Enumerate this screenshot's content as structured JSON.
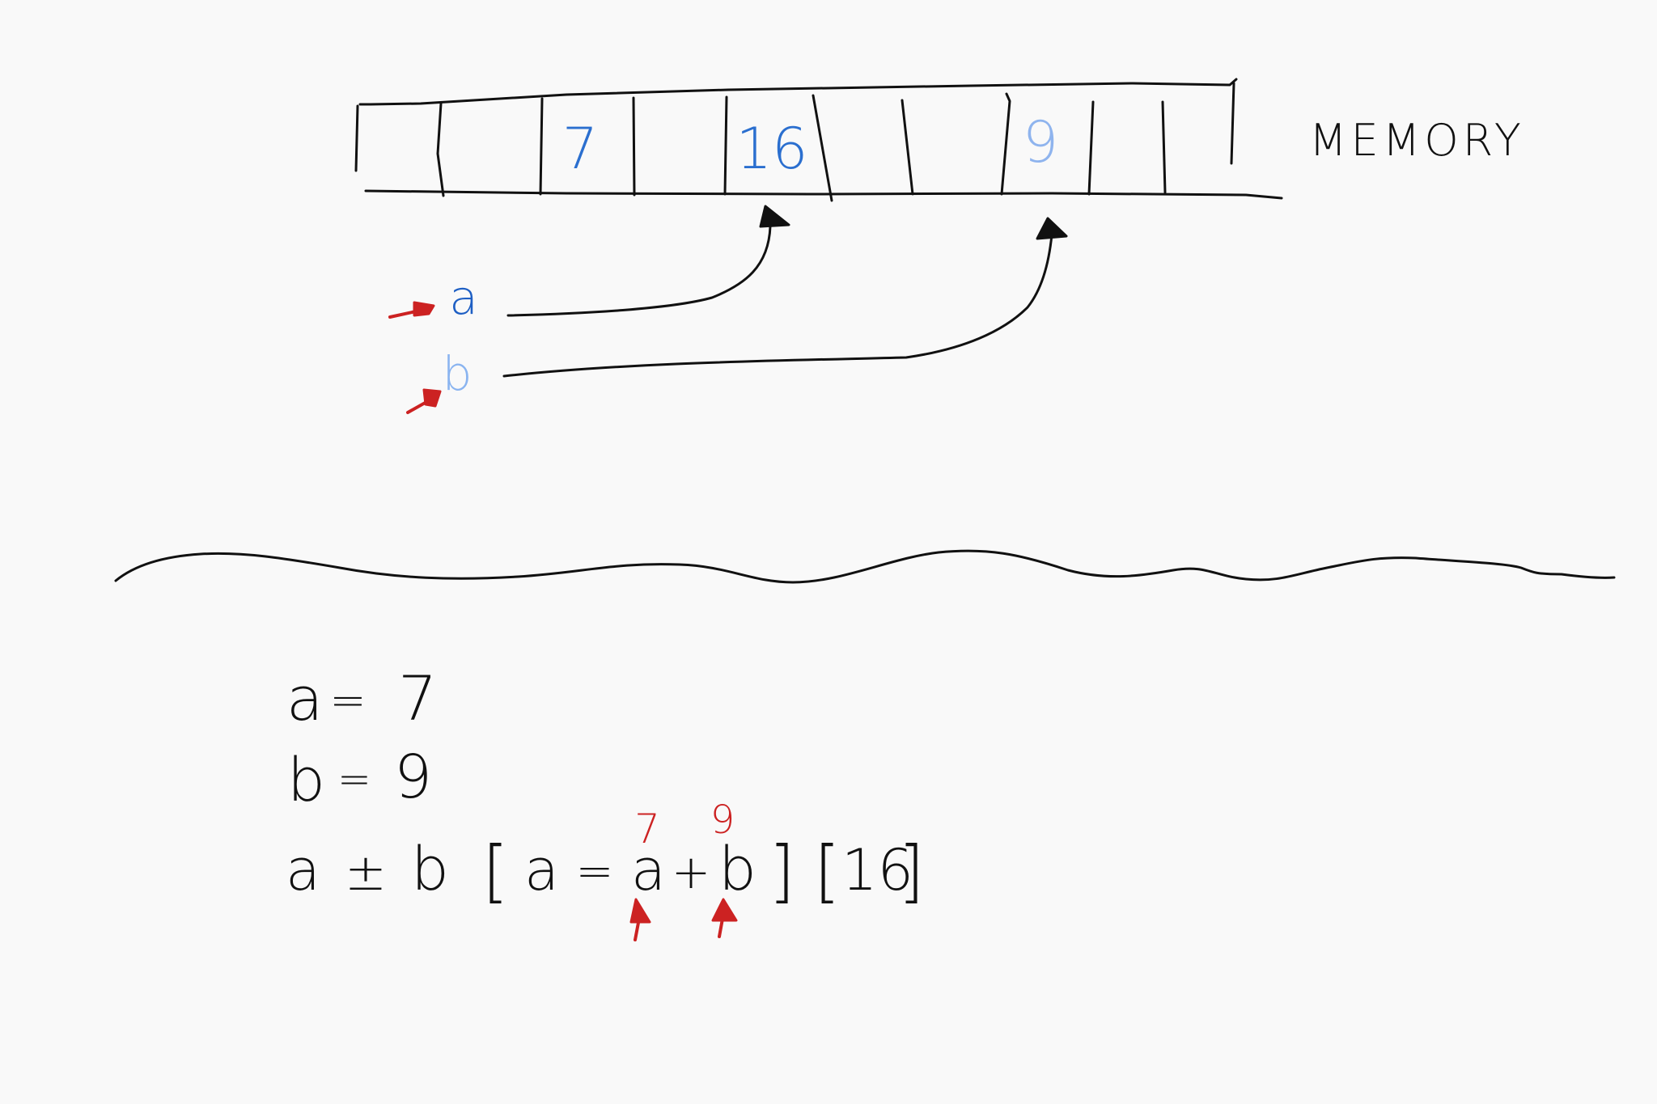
{
  "colors": {
    "background": "#f9f9f9",
    "ink": "#111111",
    "value_dark_blue": "#2b6fcf",
    "value_light_blue": "#8fb4ee",
    "var_a_blue": "#1e5fc4",
    "var_b_blue": "#8ab4f0",
    "annotation_red": "#cc2222"
  },
  "memory": {
    "label": "MEMORY",
    "cell_values": [
      "7",
      "16",
      "9"
    ]
  },
  "variables": {
    "a": {
      "name": "a"
    },
    "b": {
      "name": "b"
    }
  },
  "code": {
    "line1": {
      "var": "a",
      "eq": "=",
      "val": "7"
    },
    "line2": {
      "var": "b",
      "eq": "=",
      "val": "9"
    },
    "line3": {
      "lhs_a": "a",
      "op": "±",
      "lhs_b": "b",
      "bracket_open": "[",
      "assign_a": "a",
      "assign_eq": "=",
      "rhs_a": "a",
      "plus": "+",
      "rhs_b": "b",
      "bracket_close": "]",
      "result_open": "[",
      "result": "16",
      "result_close": "]"
    },
    "annotations": {
      "above_a": "7",
      "above_b": "9"
    }
  }
}
